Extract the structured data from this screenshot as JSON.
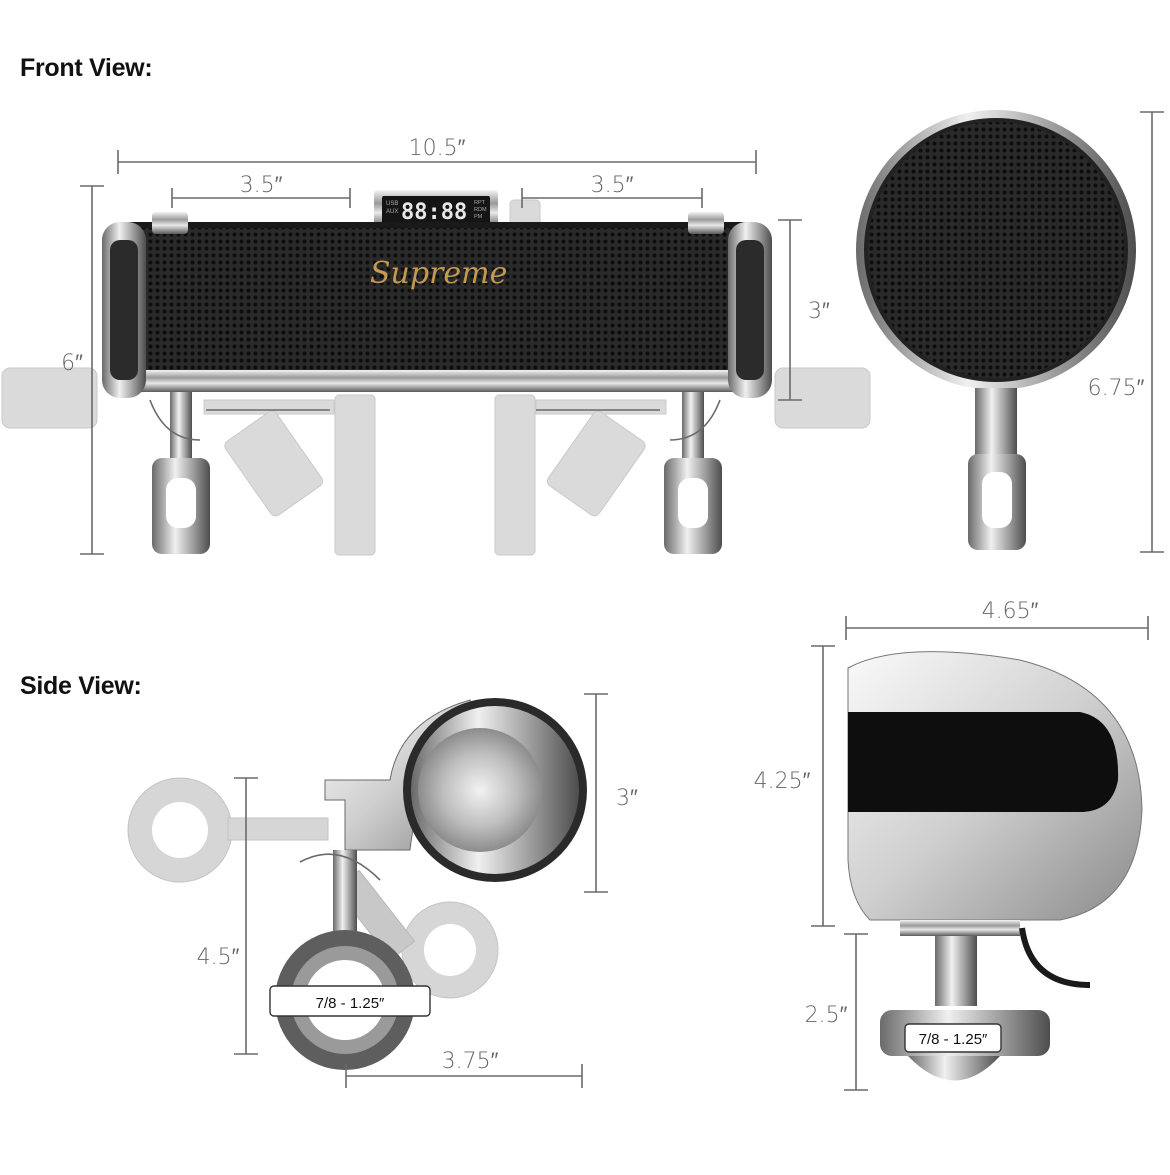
{
  "front_view": {
    "title": "Front View:",
    "brand_text": "Supreme",
    "display_digits": "88:88",
    "display_left_top": "USB",
    "display_left_bottom": "AUX",
    "display_right_top": "RPT",
    "display_right_mid": "RDM",
    "display_right_bottom": "PM",
    "dimensions": {
      "overall_width": "10.5″",
      "left_segment": "3.5″",
      "right_segment": "3.5″",
      "tube_height": "3″",
      "overall_height": "6″",
      "side_height": "6.75″"
    }
  },
  "side_view": {
    "title": "Side View:",
    "dimensions": {
      "pod_height": "3″",
      "mount_height": "4.5″",
      "clamp_width": "3.75″",
      "depth": "4.65″",
      "body_height": "4.25″",
      "mount_drop": "2.5″"
    },
    "clamp_label_left": "7/8 - 1.25″",
    "clamp_label_right": "7/8 - 1.25″"
  },
  "colors": {
    "chrome": "#c9c9c9",
    "grille": "#1e1e1e",
    "dimension_line": "#6a6a6a",
    "brand_gold": "#c49a52"
  }
}
